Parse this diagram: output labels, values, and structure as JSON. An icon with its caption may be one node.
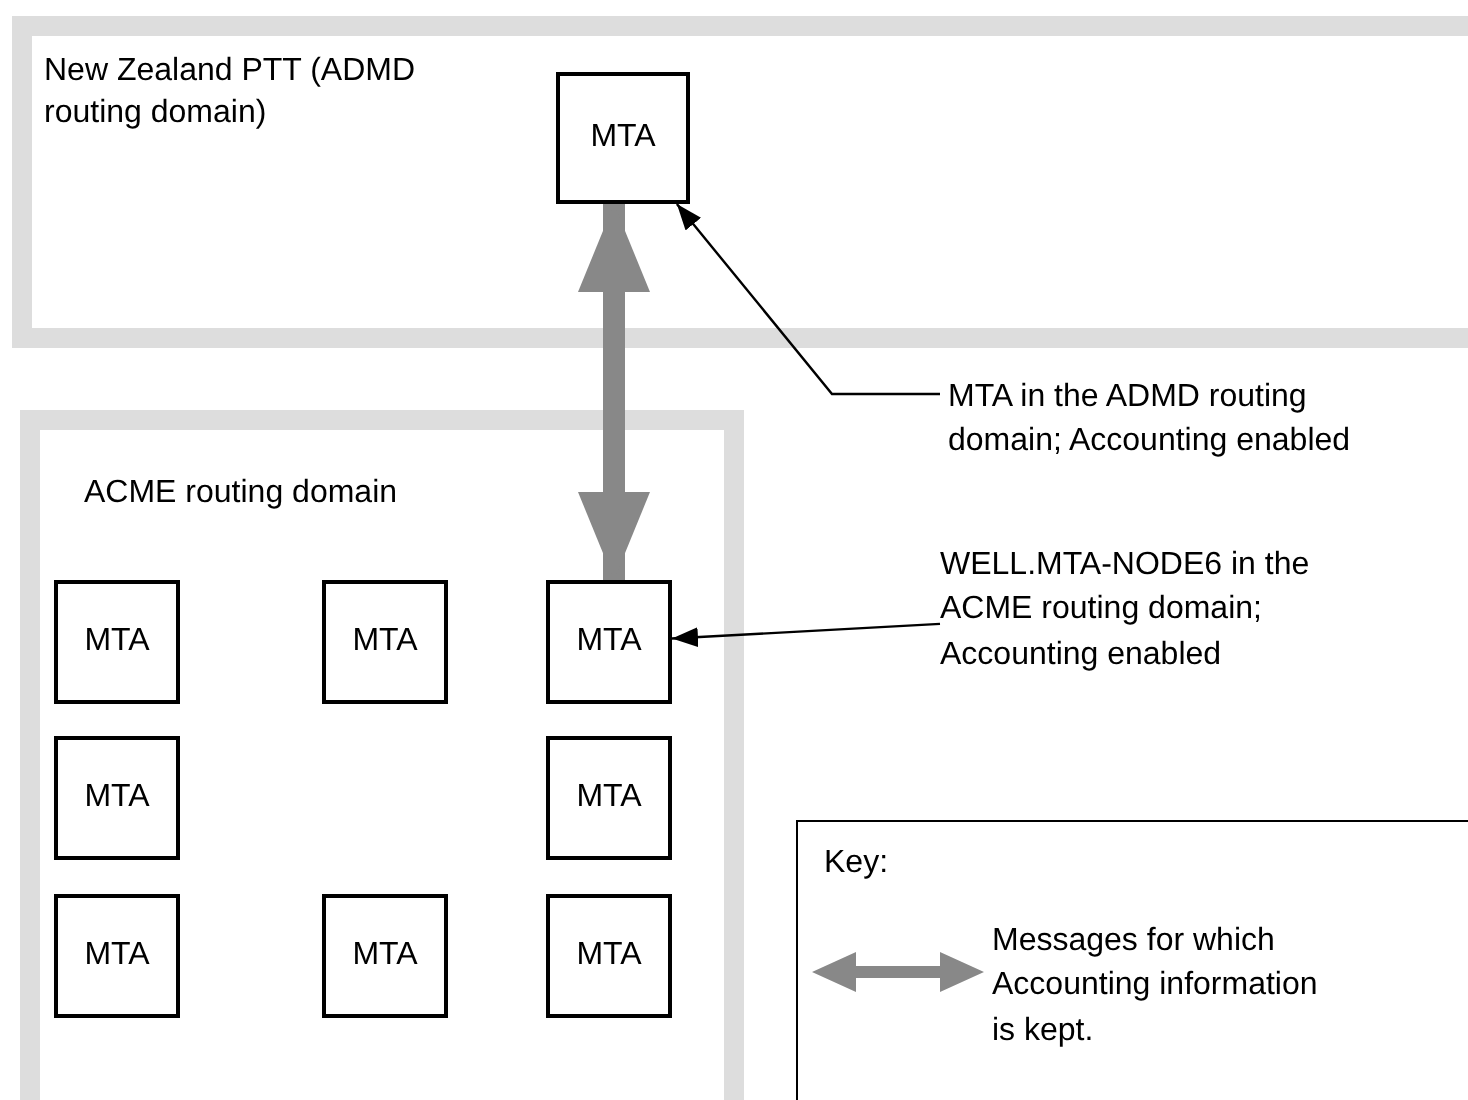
{
  "diagram": {
    "nodes": [
      {
        "text": [
          "New Zealand PTT (ADMD routing domain)"
        ]
      },
      {
        "text": [
          "MTA"
        ],
        "in": 0
      },
      {
        "text": [
          "ACME routing domain"
        ]
      },
      {
        "text": [
          "MTA"
        ],
        "in": 2
      },
      {
        "text": [
          "MTA"
        ],
        "in": 2
      },
      {
        "text": [
          "MTA"
        ],
        "in": 2
      },
      {
        "text": [
          "MTA"
        ],
        "in": 2
      },
      {
        "text": [
          "MTA"
        ],
        "in": 2
      },
      {
        "text": [
          "MTA"
        ],
        "in": 2
      },
      {
        "text": [
          "MTA"
        ],
        "in": 2
      },
      {
        "text": [
          "MTA"
        ],
        "in": 2
      },
      {
        "text": [
          "MTA in the ADMD routing domain; Accounting enabled"
        ]
      },
      {
        "text": [
          "WELL.MTA-NODE6 in the ACME routing domain; Accounting enabled"
        ]
      }
    ],
    "edges": [
      {
        "from": 1,
        "to": 5,
        "arrow": "both",
        "style": "thick",
        "color": "#888888"
      },
      {
        "from": 11,
        "to": 1,
        "arrow": "to"
      },
      {
        "from": 12,
        "to": 5,
        "arrow": "to"
      }
    ],
    "labels": [
      "Key:"
    ],
    "legend": [
      {
        "text": "Messages for which Accounting information is kept."
      }
    ]
  }
}
